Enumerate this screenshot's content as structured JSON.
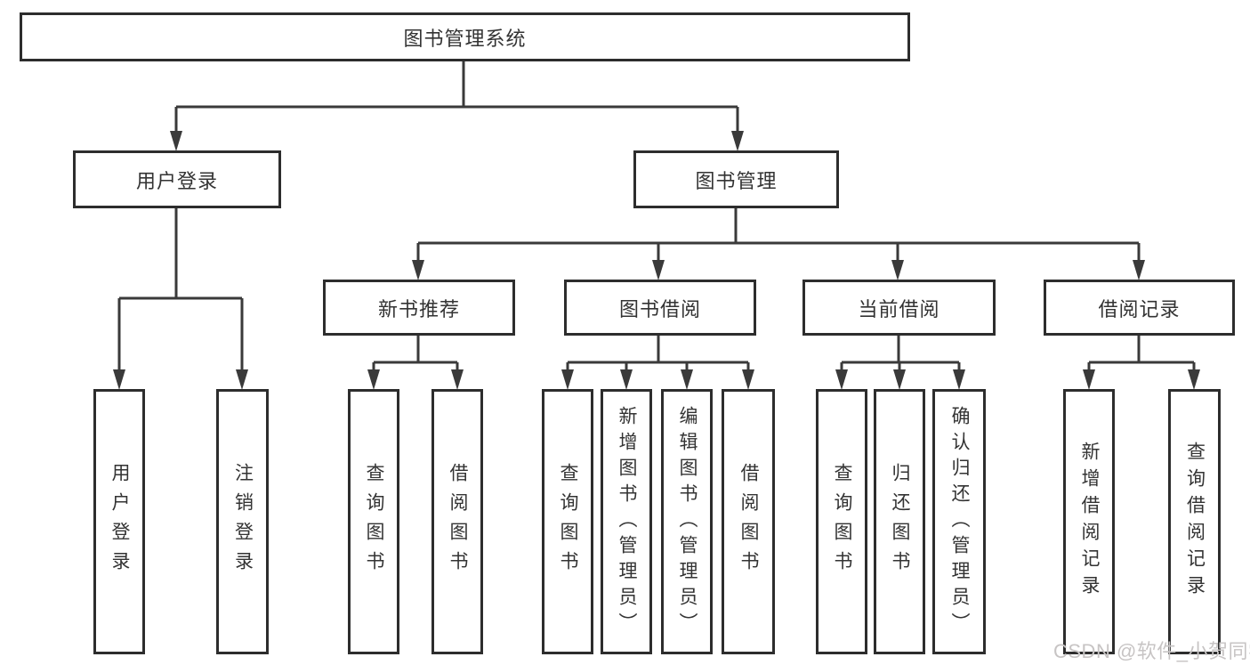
{
  "title": "图书管理系统",
  "nodes": {
    "root": {
      "label": "图书管理系统"
    },
    "user_login": {
      "label": "用户登录"
    },
    "book_management": {
      "label": "图书管理"
    },
    "login": {
      "label": "用户登录"
    },
    "logout": {
      "label": "注销登录"
    },
    "new_book_recommend": {
      "label": "新书推荐"
    },
    "book_borrowing": {
      "label": "图书借阅"
    },
    "current_borrowing": {
      "label": "当前借阅"
    },
    "borrowing_records": {
      "label": "借阅记录"
    },
    "nb_query_books": {
      "label": "查询图书"
    },
    "nb_borrow_books": {
      "label": "借阅图书"
    },
    "bb_query_books": {
      "label": "查询图书"
    },
    "bb_add_books": {
      "label": "新增图书（管理员）"
    },
    "bb_edit_books": {
      "label": "编辑图书（管理员）"
    },
    "bb_borrow_books": {
      "label": "借阅图书"
    },
    "cb_query_books": {
      "label": "查询图书"
    },
    "cb_return_books": {
      "label": "归还图书"
    },
    "cb_confirm_return": {
      "label": "确认归还（管理员）"
    },
    "br_add_record": {
      "label": "新增借阅记录"
    },
    "br_query_record": {
      "label": "查询借阅记录"
    }
  },
  "watermark": "CSDN @软件_小贺同学",
  "colors": {
    "line": "#3a3a3a",
    "box_border": "#2d2d2d",
    "text": "#333333",
    "watermark": "#c7c4c4",
    "background": "#ffffff"
  }
}
